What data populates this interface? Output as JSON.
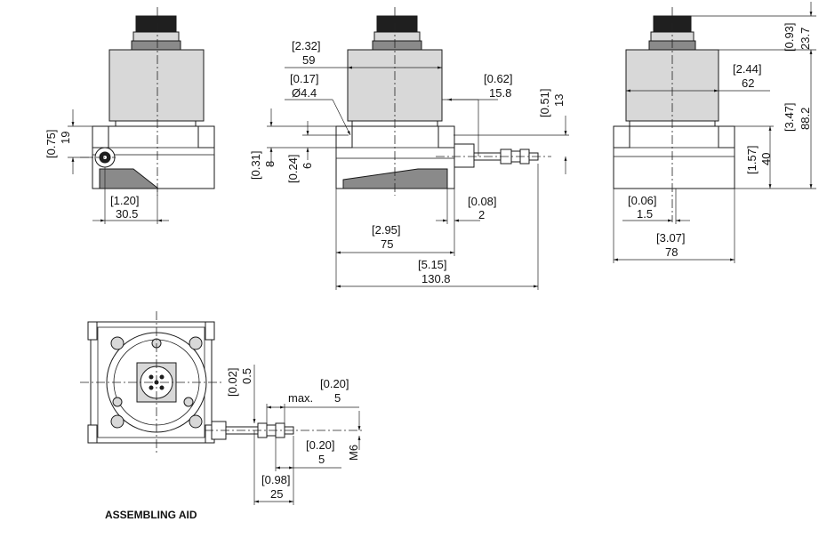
{
  "caption": "ASSEMBLING AID",
  "dimensions": {
    "d_075_in": "[0.75]",
    "d_19": "19",
    "d_120_in": "[1.20]",
    "d_305": "30.5",
    "d_232_in": "[2.32]",
    "d_59": "59",
    "d_017_in": "[0.17]",
    "d_dia44": "Ø4.4",
    "d_062_in": "[0.62]",
    "d_158": "15.8",
    "d_051_in": "[0.51]",
    "d_13": "13",
    "d_031_in": "[0.31]",
    "d_8": "8",
    "d_024_in": "[0.24]",
    "d_6": "6",
    "d_008_in": "[0.08]",
    "d_2": "2",
    "d_295_in": "[2.95]",
    "d_75": "75",
    "d_515_in": "[5.15]",
    "d_1308": "130.8",
    "d_244_in": "[2.44]",
    "d_62": "62",
    "d_093_in": "[0.93]",
    "d_237": "23.7",
    "d_347_in": "[3.47]",
    "d_882": "88.2",
    "d_157_in": "[1.57]",
    "d_40": "40",
    "d_006_in": "[0.06]",
    "d_15": "1.5",
    "d_307_in": "[3.07]",
    "d_78": "78",
    "d_002_in": "[0.02]",
    "d_05": "0.5",
    "d_020a_in": "[0.20]",
    "d_max": "max.",
    "d_5a": "5",
    "d_020b_in": "[0.20]",
    "d_5b": "5",
    "d_m6": "M6",
    "d_098_in": "[0.98]",
    "d_25": "25"
  }
}
